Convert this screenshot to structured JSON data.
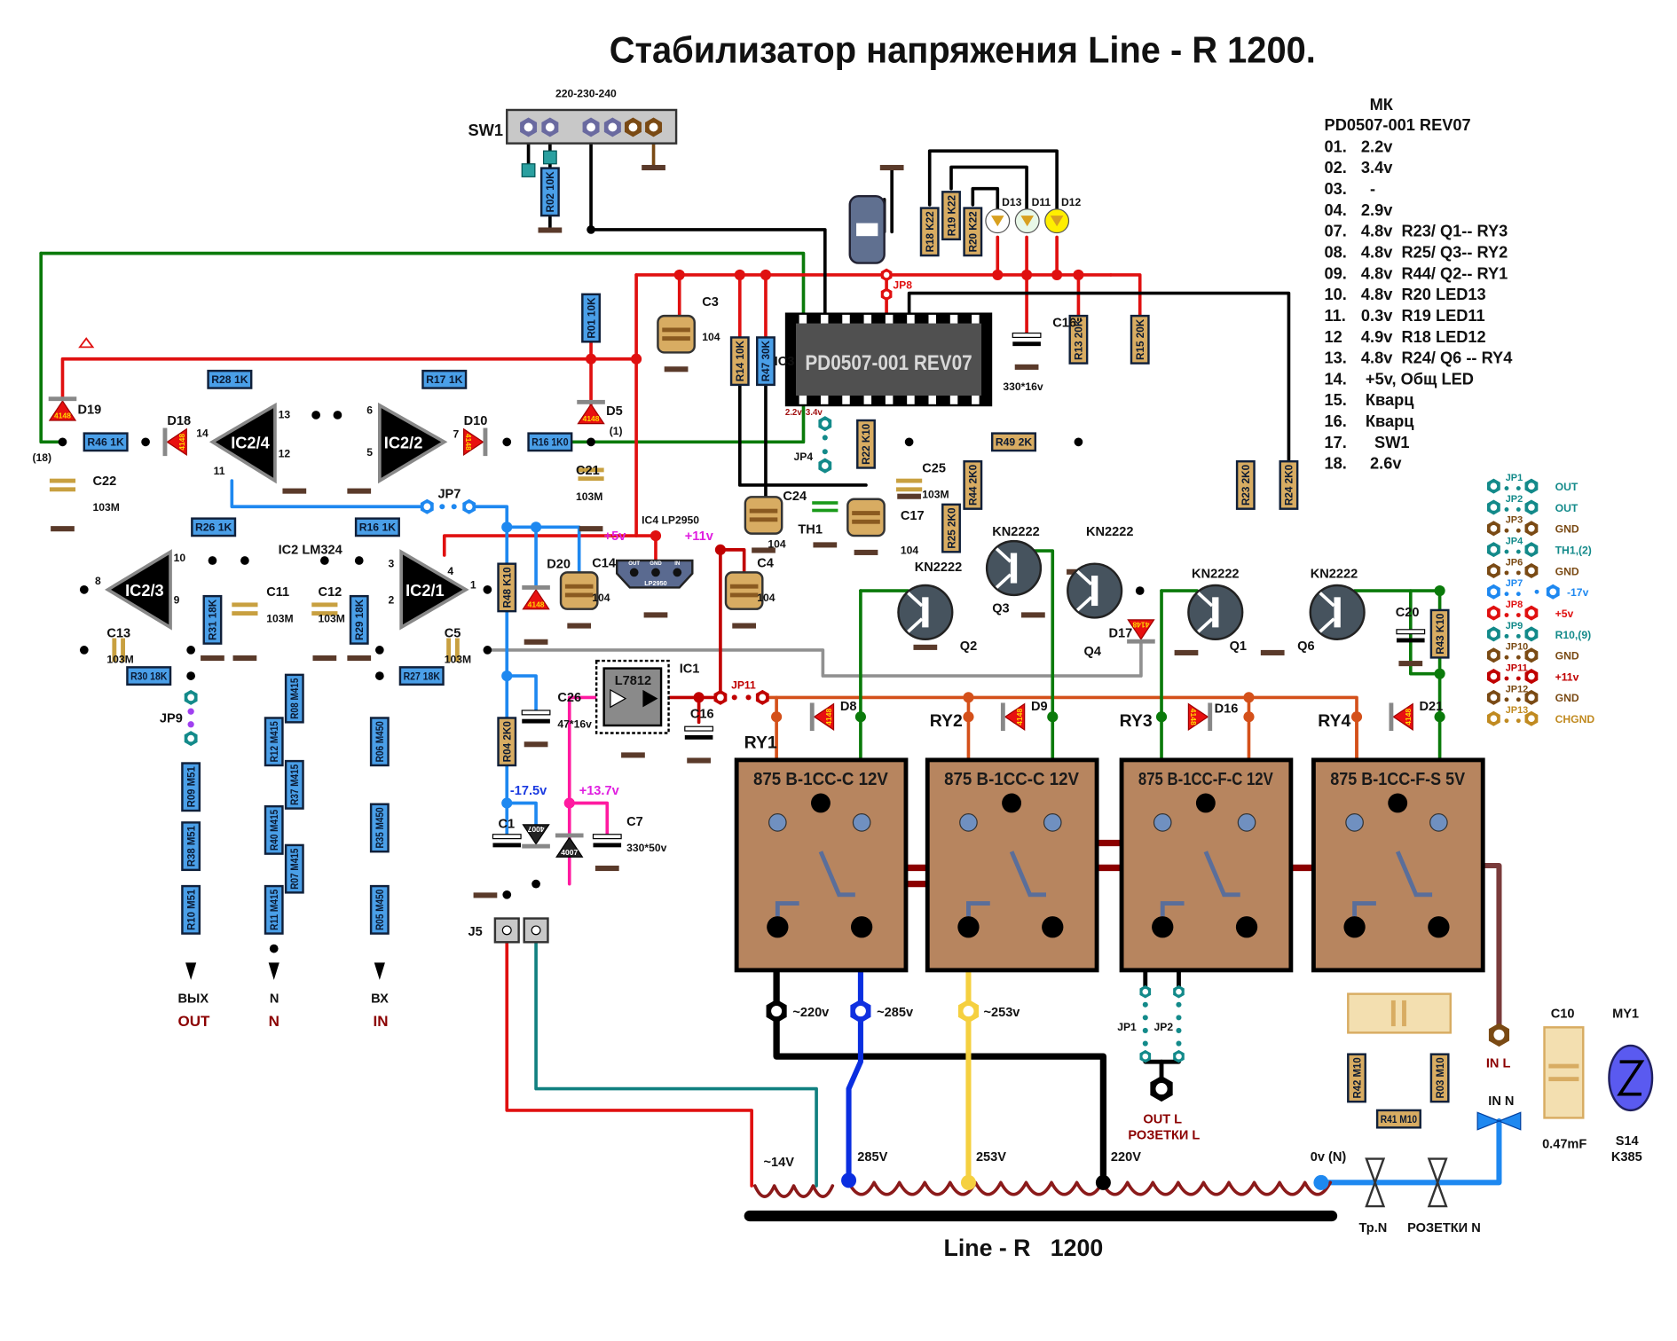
{
  "title": "Стабилизатор напряжения Line - R  1200.",
  "sw1": {
    "label": "SW1",
    "voltage": "220-230-240"
  },
  "mk": {
    "header": "МК",
    "chip": "PD0507-001 REV07",
    "pins": [
      {
        "n": "01.",
        "v": "2.2v"
      },
      {
        "n": "02.",
        "v": "3.4v"
      },
      {
        "n": "03.",
        "v": "  -"
      },
      {
        "n": "04.",
        "v": "2.9v"
      },
      {
        "n": "07.",
        "v": "4.8v  R23/ Q1-- RY3"
      },
      {
        "n": "08.",
        "v": "4.8v  R25/ Q3-- RY2"
      },
      {
        "n": "09.",
        "v": "4.8v  R44/ Q2-- RY1"
      },
      {
        "n": "10.",
        "v": "4.8v  R20 LED13"
      },
      {
        "n": "11.",
        "v": "0.3v  R19 LED11"
      },
      {
        "n": "12",
        "v": "4.9v  R18 LED12"
      },
      {
        "n": "13.",
        "v": "4.8v  R24/ Q6 -- RY4"
      },
      {
        "n": "14.",
        "v": " +5v, Общ LED"
      },
      {
        "n": "15.",
        "v": " Кварц"
      },
      {
        "n": "16.",
        "v": " Кварц"
      },
      {
        "n": "17.",
        "v": "   SW1"
      },
      {
        "n": "18.",
        "v": "  2.6v"
      }
    ]
  },
  "jumpers": [
    {
      "name": "JP1",
      "signal": "OUT",
      "color": "#138a8a"
    },
    {
      "name": "JP2",
      "signal": "OUT",
      "color": "#138a8a"
    },
    {
      "name": "JP3",
      "signal": "GND",
      "color": "#7a4a14"
    },
    {
      "name": "JP4",
      "signal": "TH1,(2)",
      "color": "#138a8a"
    },
    {
      "name": "JP6",
      "signal": "GND",
      "color": "#7a4a14"
    },
    {
      "name": "JP7",
      "signal": "-17v",
      "color": "#1e88f0"
    },
    {
      "name": "JP8",
      "signal": "+5v",
      "color": "#e01010"
    },
    {
      "name": "JP9",
      "signal": "R10,(9)",
      "color": "#138a8a"
    },
    {
      "name": "JP10",
      "signal": "GND",
      "color": "#7a4a14"
    },
    {
      "name": "JP11",
      "signal": "+11v",
      "color": "#c00000"
    },
    {
      "name": "JP12",
      "signal": "GND",
      "color": "#7a4a14"
    },
    {
      "name": "JP13",
      "signal": "CHGND",
      "color": "#c08a20"
    }
  ],
  "ic": {
    "ic3_label": "IC3",
    "ic3_name": "PD0507-001 REV07",
    "ic3_pin1_v": "2.2v",
    "ic3_pin2_v": "3.4v",
    "ic2": "IC2 LM324",
    "opamps": [
      "IC2/4",
      "IC2/2",
      "IC2/3",
      "IC2/1"
    ],
    "ic4": "IC4  LP2950",
    "ic4_body": "LP2950",
    "ic4_pins": [
      "OUT",
      "GND",
      "IN"
    ],
    "ic1": "IC1",
    "ic1_body": "L7812"
  },
  "resistors": [
    {
      "label": "R28 1K",
      "kind": "blue"
    },
    {
      "label": "R17 1K",
      "kind": "blue"
    },
    {
      "label": "R46 1K",
      "kind": "blue"
    },
    {
      "label": "R16 1K0",
      "kind": "blue"
    },
    {
      "label": "R26 1K",
      "kind": "blue"
    },
    {
      "label": "R16 1K",
      "kind": "blue"
    },
    {
      "label": "R31 18K",
      "kind": "blue"
    },
    {
      "label": "R29 18K",
      "kind": "blue"
    },
    {
      "label": "R30 18K",
      "kind": "blue"
    },
    {
      "label": "R27 18K",
      "kind": "blue"
    },
    {
      "label": "R48 K10",
      "kind": "gold"
    },
    {
      "label": "R04 2K0",
      "kind": "gold"
    },
    {
      "label": "R08 M415",
      "kind": "blue"
    },
    {
      "label": "R12 M415",
      "kind": "blue"
    },
    {
      "label": "R37 M415",
      "kind": "blue"
    },
    {
      "label": "R40 M415",
      "kind": "blue"
    },
    {
      "label": "R07 M415",
      "kind": "blue"
    },
    {
      "label": "R11 M415",
      "kind": "blue"
    },
    {
      "label": "R09 M51",
      "kind": "blue"
    },
    {
      "label": "R38 M51",
      "kind": "blue"
    },
    {
      "label": "R10 M51",
      "kind": "blue"
    },
    {
      "label": "R06 M450",
      "kind": "blue"
    },
    {
      "label": "R35 M450",
      "kind": "blue"
    },
    {
      "label": "R05 M450",
      "kind": "blue"
    },
    {
      "label": "R01 10K",
      "kind": "blue"
    },
    {
      "label": "R02 10K",
      "kind": "blue"
    },
    {
      "label": "R14 10K",
      "kind": "gold"
    },
    {
      "label": "R47 30K",
      "kind": "blue"
    },
    {
      "label": "R22 K10",
      "kind": "gold"
    },
    {
      "label": "R18 K22",
      "kind": "gold"
    },
    {
      "label": "R19 K22",
      "kind": "gold"
    },
    {
      "label": "R20 K22",
      "kind": "gold"
    },
    {
      "label": "R13 20K",
      "kind": "gold"
    },
    {
      "label": "R15 20K",
      "kind": "gold"
    },
    {
      "label": "R49 2K",
      "kind": "gold"
    },
    {
      "label": "R44 2K0",
      "kind": "gold"
    },
    {
      "label": "R25 2K0",
      "kind": "gold"
    },
    {
      "label": "R23 2K0",
      "kind": "gold"
    },
    {
      "label": "R24 2K0",
      "kind": "gold"
    },
    {
      "label": "R43 K10",
      "kind": "gold"
    },
    {
      "label": "R42 M10",
      "kind": "gold"
    },
    {
      "label": "R03 M10",
      "kind": "gold"
    },
    {
      "label": "R41 M10",
      "kind": "gold"
    }
  ],
  "capacitors": [
    {
      "label": "C22",
      "value": "103M"
    },
    {
      "label": "C21",
      "value": "103M"
    },
    {
      "label": "C13",
      "value": "103M"
    },
    {
      "label": "C11",
      "value": "103M"
    },
    {
      "label": "C12",
      "value": "103M"
    },
    {
      "label": "C5",
      "value": "103M"
    },
    {
      "label": "C14",
      "value": "104"
    },
    {
      "label": "C3",
      "value": "104"
    },
    {
      "label": "C24",
      "value": "104"
    },
    {
      "label": "C17",
      "value": "104"
    },
    {
      "label": "C25",
      "value": "103M"
    },
    {
      "label": "C16\"",
      "value": "330*16v"
    },
    {
      "label": "C4",
      "value": "104"
    },
    {
      "label": "C26",
      "value": "47*16v"
    },
    {
      "label": "C16",
      "value": ""
    },
    {
      "label": "C1",
      "value": ""
    },
    {
      "label": "C7",
      "value": "330*50v"
    },
    {
      "label": "C20",
      "value": ""
    },
    {
      "label": "C10",
      "value": "0.47mF"
    }
  ],
  "diodes": [
    {
      "label": "D19",
      "part": "4148"
    },
    {
      "label": "D18",
      "part": "4148"
    },
    {
      "label": "D10",
      "part": "4148"
    },
    {
      "label": "D5",
      "part": "4148"
    },
    {
      "label": "D20",
      "part": "4148"
    },
    {
      "label": "D17",
      "part": "4148"
    },
    {
      "label": "D8",
      "part": "4148"
    },
    {
      "label": "D9",
      "part": "4148"
    },
    {
      "label": "D16",
      "part": "4148"
    },
    {
      "label": "D21",
      "part": "4148"
    },
    {
      "label": "",
      "part": "4007"
    },
    {
      "label": "",
      "part": "4007"
    }
  ],
  "leds": [
    {
      "label": "D13",
      "color": "#ffffff"
    },
    {
      "label": "D11",
      "color": "#e8f8e8"
    },
    {
      "label": "D12",
      "color": "#ffee00"
    }
  ],
  "transistors": [
    {
      "label": "Q2",
      "part": "KN2222"
    },
    {
      "label": "Q3",
      "part": "KN2222"
    },
    {
      "label": "Q4",
      "part": "KN2222"
    },
    {
      "label": "Q1",
      "part": "KN2222"
    },
    {
      "label": "Q6",
      "part": "KN2222"
    }
  ],
  "relays": [
    {
      "label": "RY1",
      "part": "875 B-1CC-C 12V"
    },
    {
      "label": "RY2",
      "part": "875 B-1CC-C 12V"
    },
    {
      "label": "RY3",
      "part": "875 B-1CC-F-C 12V"
    },
    {
      "label": "RY4",
      "part": "875 B-1CC-F-S 5V"
    }
  ],
  "pin_numbers": [
    "13",
    "14",
    "11",
    "12",
    "6",
    "5",
    "7",
    "8",
    "10",
    "9",
    "3",
    "4",
    "2",
    "1",
    "(18)",
    "(1)"
  ],
  "voltages": {
    "v5": "+5v",
    "v11": "+11v",
    "vneg": "-17.5v",
    "v137": "+13.7v"
  },
  "schematic_jumpers": {
    "jp7": "JP7",
    "jp9": "JP9",
    "jp4": "JP4",
    "jp8": "JP8",
    "jp11": "JP11",
    "jp1": "JP1",
    "jp2": "JP2"
  },
  "misc": {
    "j5": "J5",
    "th1": "TH1"
  },
  "terminals": {
    "out_ru": "ВЫХ",
    "out_en": "OUT",
    "n_ru": "N",
    "n_en": "N",
    "in_ru": "ВХ",
    "in_en": "IN",
    "in_l": "IN L",
    "in_n": "IN N",
    "out_l": "OUT L",
    "out_l2": "РОЗЕТКИ L",
    "tr_n": "Тр.N",
    "sockets_n": "РОЗЕТКИ N",
    "my1": "MY1",
    "my1_part1": "S14",
    "my1_part2": "K385"
  },
  "transformer": {
    "name": "Line - R   1200",
    "taps": [
      "~14V",
      "285V",
      "253V",
      "220V",
      "0v (N)"
    ],
    "tap_markers": [
      "~220v",
      "~285v",
      "~253v"
    ]
  }
}
